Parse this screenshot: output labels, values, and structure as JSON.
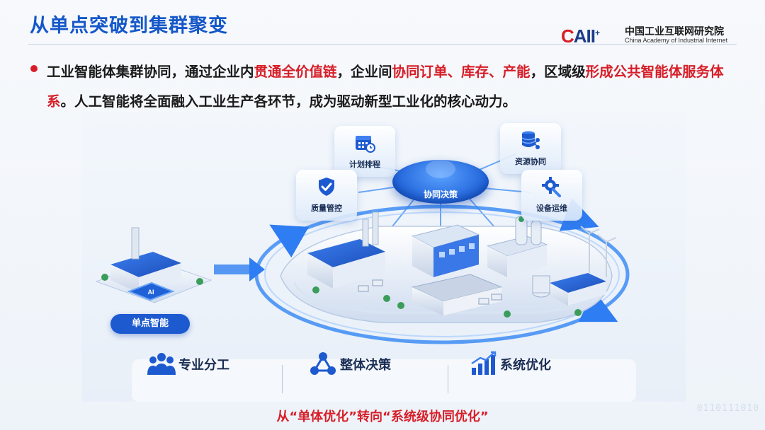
{
  "title": "从单点突破到集群聚变",
  "logo": {
    "mark_c": "C",
    "mark_rest": "AII",
    "mark_sup": "+",
    "cn": "中国工业互联网研究院",
    "en": "China Academy of Industrial Internet"
  },
  "bullet": {
    "p1": "工业智能体集群协同，通过企业内",
    "r1": "贯通全价值链",
    "p2": "，企业间",
    "r2": "协同订单、库存、产能",
    "p3": "，区域级",
    "r3": "形成公共智能体服务体系",
    "p4": "。人工智能将全面融入工业生产各环节，成为驱动新型工业化的核心动力。"
  },
  "diagram": {
    "hub": "协同决策",
    "nodes": [
      {
        "label": "计划排程",
        "icon": "calendar-clock-icon"
      },
      {
        "label": "资源协同",
        "icon": "database-share-icon"
      },
      {
        "label": "质量管控",
        "icon": "shield-check-icon"
      },
      {
        "label": "设备运维",
        "icon": "gear-wrench-icon"
      }
    ],
    "single": "单点智能",
    "chip_label": "AI",
    "bottom": [
      {
        "label": "专业分工",
        "icon": "people-group-icon"
      },
      {
        "label": "整体决策",
        "icon": "network-nodes-icon"
      },
      {
        "label": "系统优化",
        "icon": "bar-chart-icon"
      }
    ]
  },
  "caption": "从“单体优化”转向“系统级协同优化”",
  "binary": "0110111010",
  "colors": {
    "brand_blue": "#1457c8",
    "accent_red": "#d71e28",
    "chip_blue": "#1d5ad0"
  }
}
